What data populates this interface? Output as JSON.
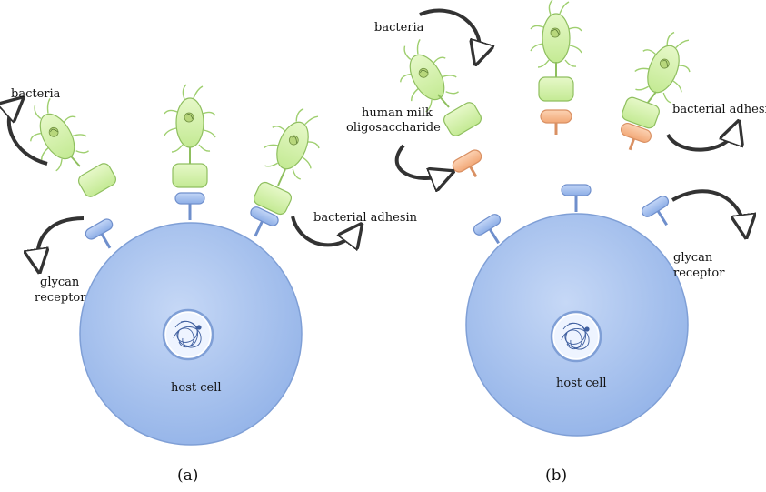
{
  "panels": [
    {
      "letter": "(a)",
      "labels": {
        "bacteria": "bacteria",
        "adhesin": "bacterial adhesin",
        "glycan_line1": "glycan",
        "glycan_line2": "receptor",
        "host_cell": "host cell"
      }
    },
    {
      "letter": "(b)",
      "labels": {
        "bacteria": "bacteria",
        "hmo_line1": "human milk",
        "hmo_line2": "oligosaccharide",
        "adhesin": "bacterial adhesin",
        "glycan_line1": "glycan",
        "glycan_line2": "receptor",
        "host_cell": "host cell"
      }
    }
  ],
  "colors": {
    "cell_fill": "#a8c4f0",
    "cell_stroke": "#7f9fd6",
    "receptor_fill": "#a9c3f0",
    "receptor_stroke": "#6f8fcc",
    "bacteria_fill": "#d7f2b0",
    "bacteria_stroke": "#8fbf5f",
    "adhesin_fill": "#d3f0ae",
    "hmo_fill": "#f8bf97",
    "hmo_stroke": "#d99063",
    "arrow": "#333333"
  }
}
